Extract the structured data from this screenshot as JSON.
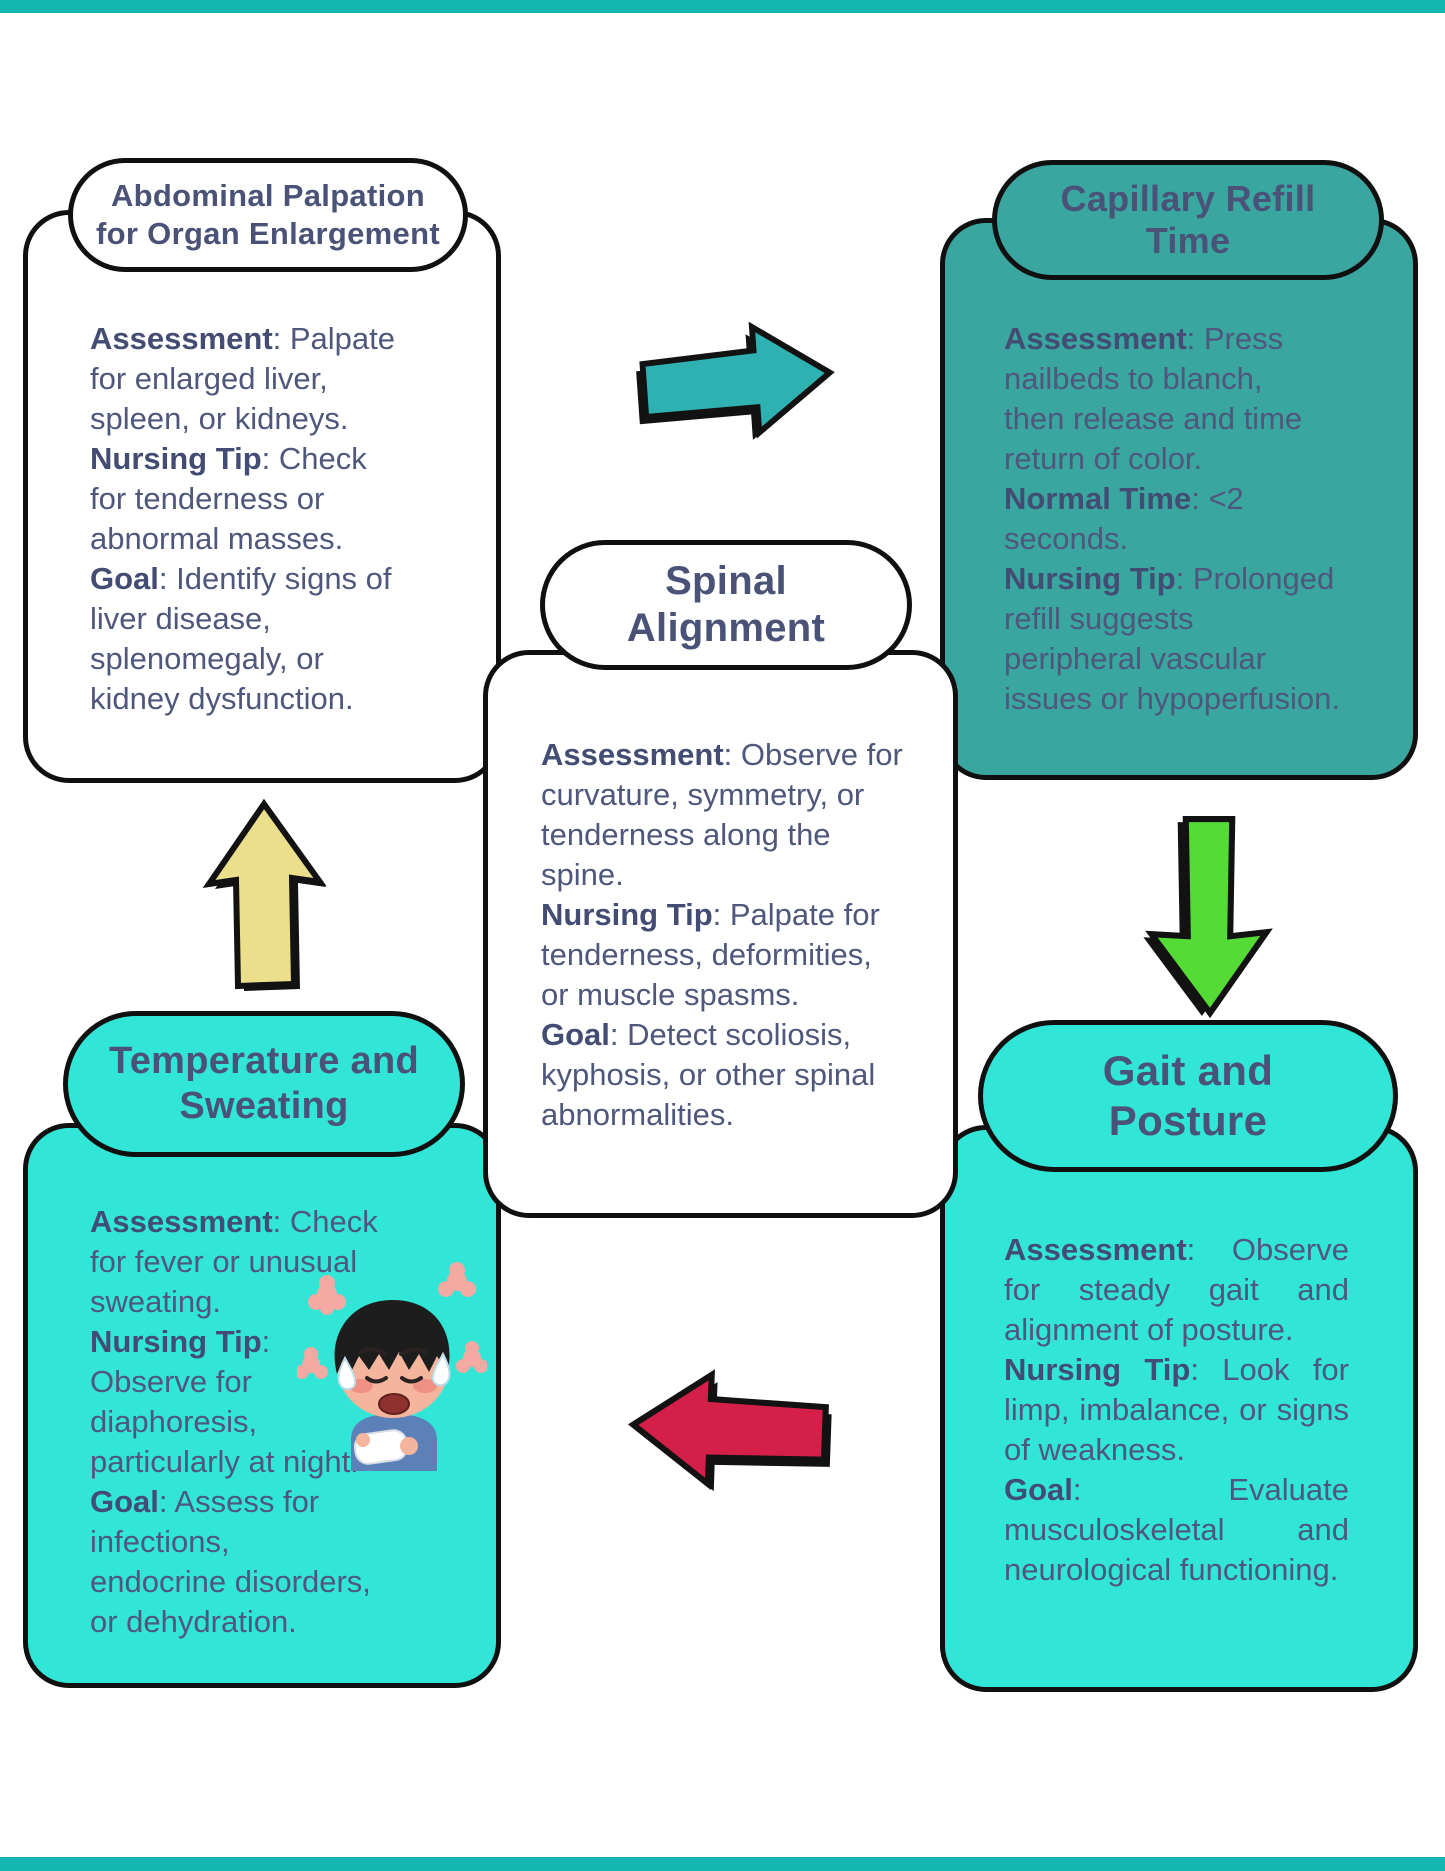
{
  "page": {
    "background": "#FFFFFF",
    "accent_strip_color": "#16B7B2"
  },
  "palette": {
    "card_border": "#101010",
    "title_text": "#4A5278",
    "body_text": "#4F577C",
    "bold_text": "#434C72",
    "white_card": "#FFFFFF",
    "teal_card": "#39A6A0",
    "turquoise_card": "#31E6D6"
  },
  "cards": {
    "abdominal": {
      "title": "Abdominal Palpation\nfor Organ Enlargement",
      "sections": [
        {
          "label": "Assessment",
          "text": ": Palpate\nfor enlarged liver,\nspleen, or kidneys."
        },
        {
          "label": "Nursing Tip",
          "text": ": Check\nfor tenderness or\nabnormal masses."
        },
        {
          "label": "Goal",
          "text": ": Identify signs of\nliver disease,\nsplenomegaly, or\nkidney dysfunction."
        }
      ]
    },
    "capillary": {
      "title": "Capillary Refill\nTime",
      "sections": [
        {
          "label": "Assessment",
          "text": ": Press\nnailbeds to blanch,\nthen release and time\nreturn of color."
        },
        {
          "label": "Normal Time",
          "text": ": <2\nseconds."
        },
        {
          "label": "Nursing Tip",
          "text": ": Prolonged\nrefill suggests\nperipheral vascular\nissues or hypoperfusion."
        }
      ]
    },
    "spinal": {
      "title": "Spinal\nAlignment",
      "sections": [
        {
          "label": "Assessment",
          "text": ": Observe for\ncurvature, symmetry, or\ntenderness along the\nspine."
        },
        {
          "label": "Nursing Tip",
          "text": ": Palpate for\ntenderness, deformities,\nor muscle spasms."
        },
        {
          "label": "Goal",
          "text": ": Detect scoliosis,\nkyphosis, or other spinal\nabnormalities."
        }
      ]
    },
    "temperature": {
      "title": "Temperature and\nSweating",
      "sections": [
        {
          "label": "Assessment",
          "text": ": Check\nfor fever or unusual\nsweating."
        },
        {
          "label": "Nursing Tip",
          "text": ":\nObserve for\ndiaphoresis,\nparticularly at night."
        },
        {
          "label": "Goal",
          "text": ": Assess for\ninfections,\nendocrine disorders,\nor dehydration."
        }
      ]
    },
    "gait": {
      "title": "Gait and\nPosture",
      "sections": [
        {
          "label": "Assessment",
          "text": ": Observe for steady gait and alignment of posture."
        },
        {
          "label": "Nursing Tip",
          "text": ": Look for limp, imbalance, or signs of weakness."
        },
        {
          "label": "Goal",
          "text": ": Evaluate musculoskeletal and neurological functioning."
        }
      ]
    }
  },
  "arrows": {
    "right": {
      "name": "flow-arrow-right",
      "color": "#2FB1B1"
    },
    "down": {
      "name": "flow-arrow-down",
      "color": "#55DB35"
    },
    "up": {
      "name": "flow-arrow-up",
      "color": "#EBDF8C"
    },
    "left": {
      "name": "flow-arrow-left",
      "color": "#D41F48"
    }
  },
  "illustration": {
    "name": "sweating-child",
    "skin": "#F5B49C",
    "blush": "#EC8A7E",
    "hair": "#1D1D1D",
    "shirt": "#5C80B8",
    "puffs": "#F4A9A2",
    "mouth": "#8E3230",
    "sweat": "#FFFFFF"
  }
}
